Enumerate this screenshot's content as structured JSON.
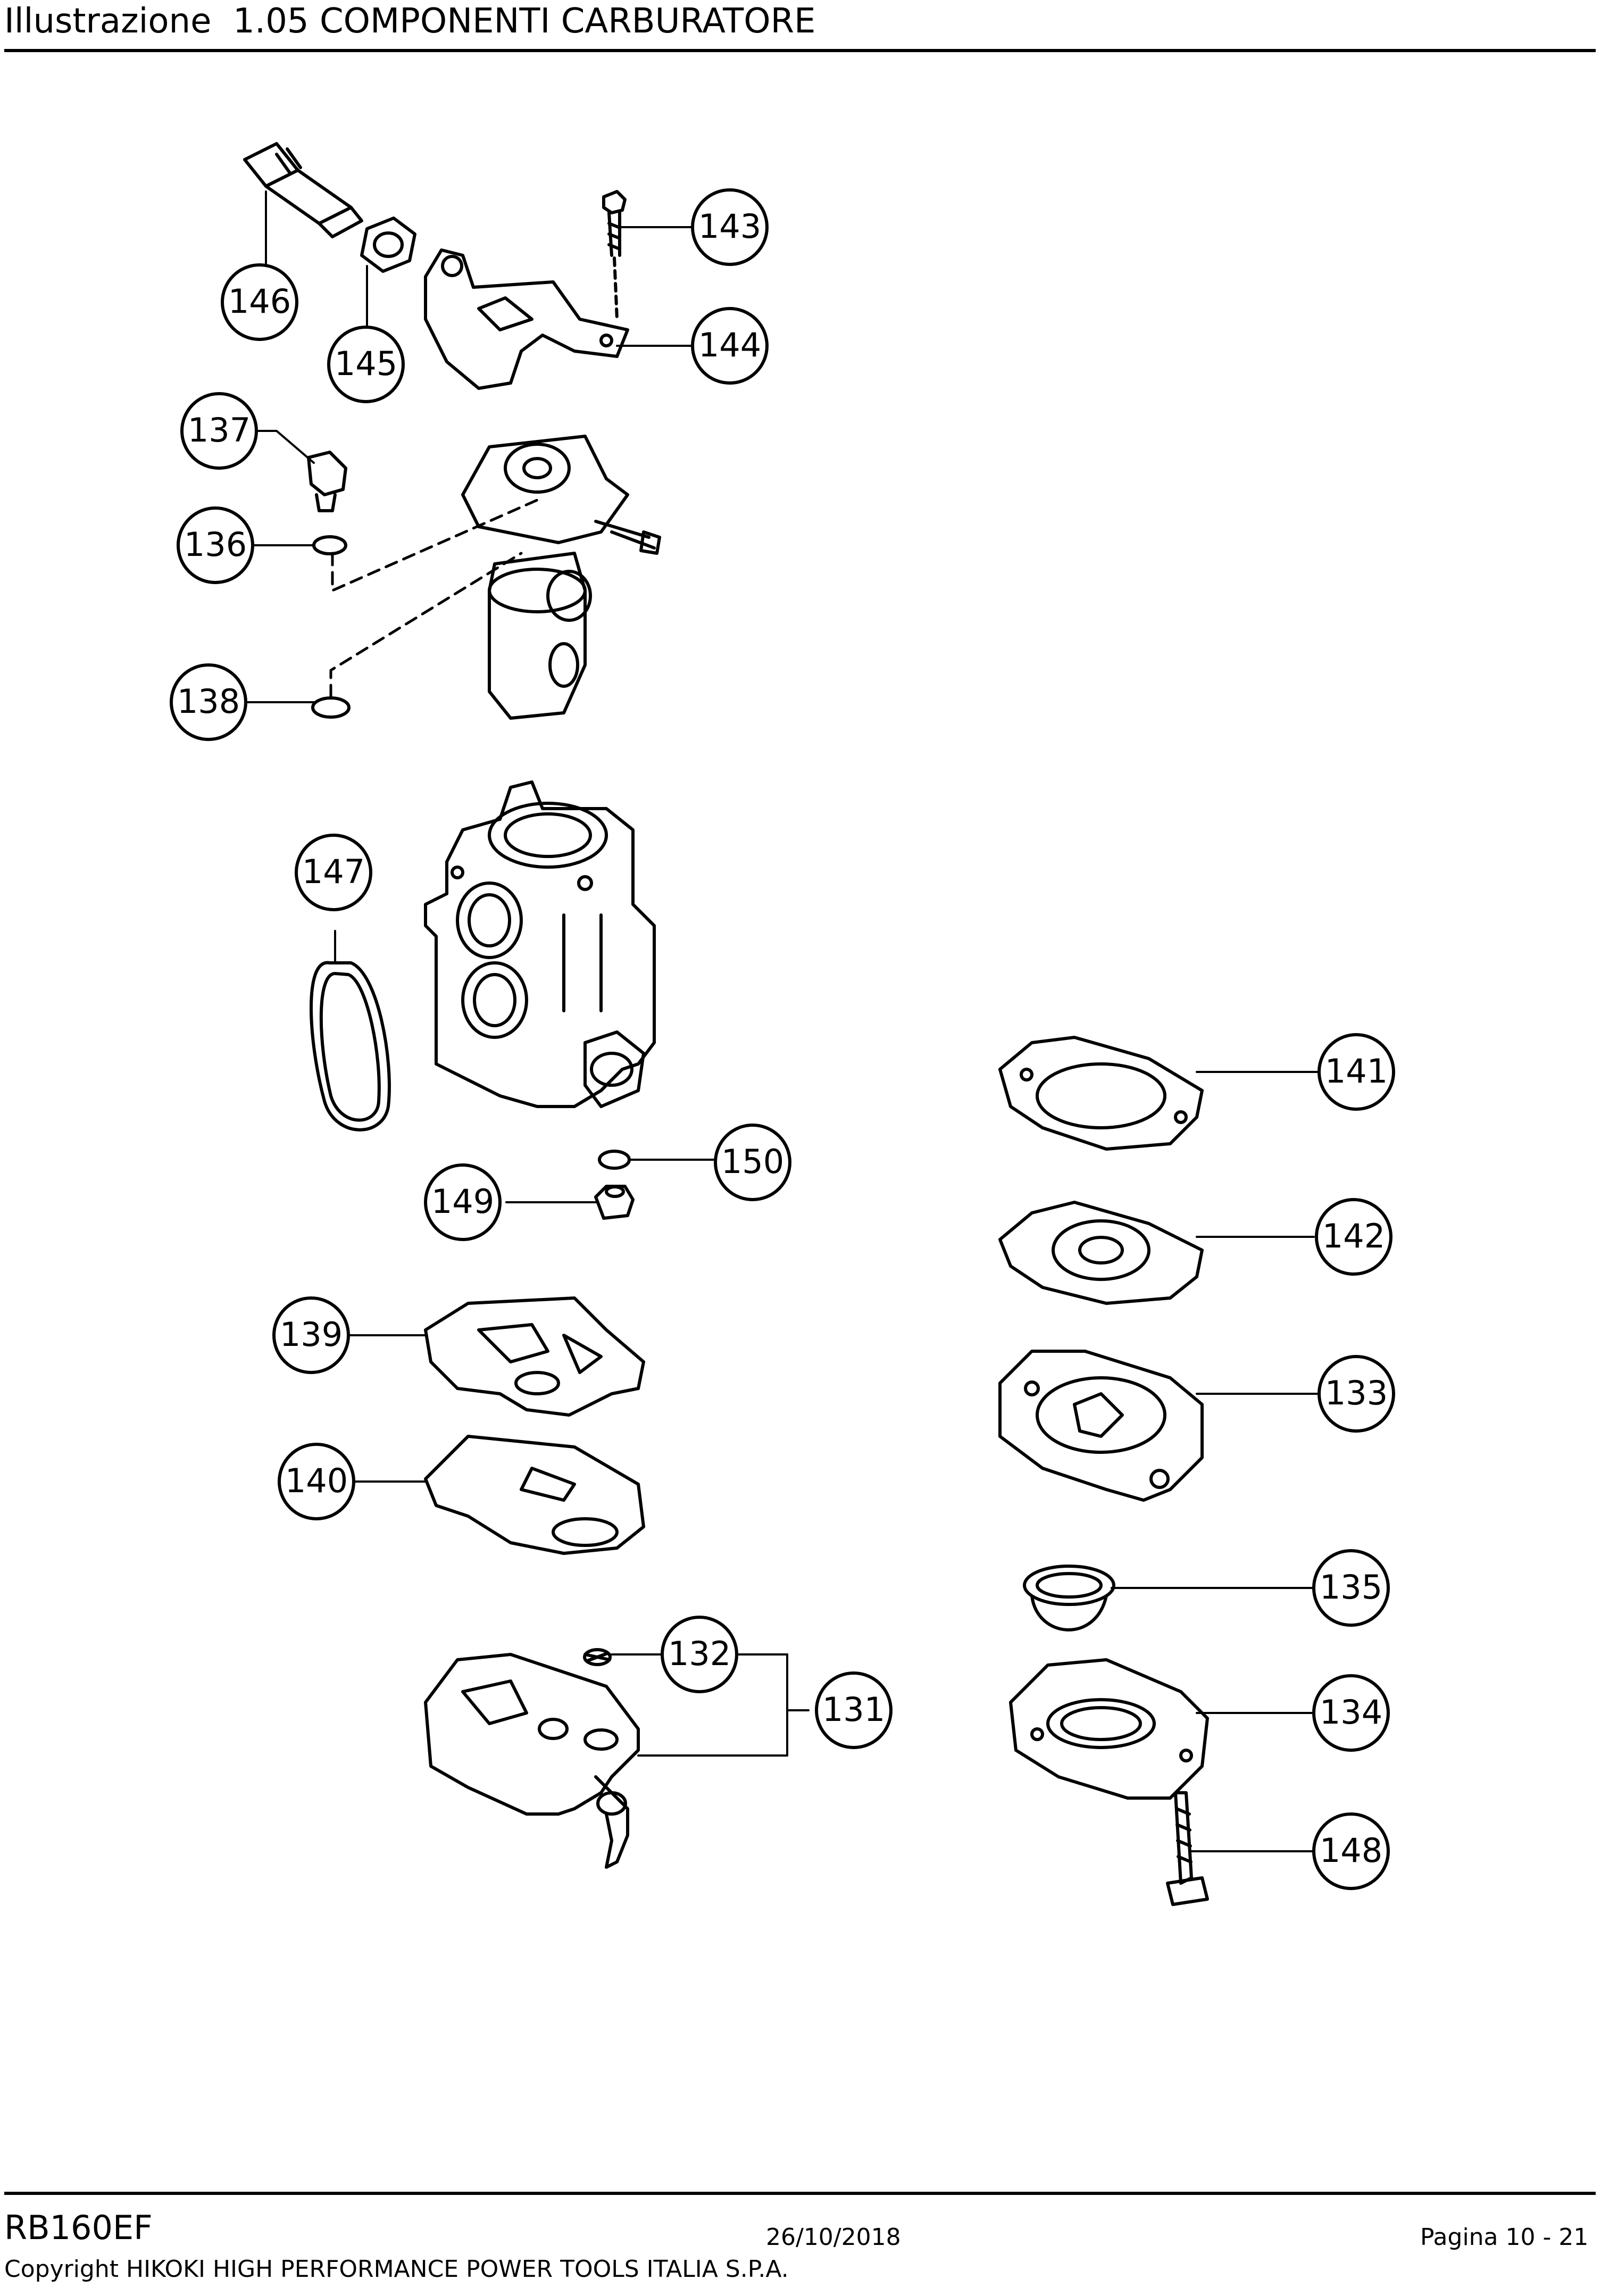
{
  "header": {
    "title": "Illustrazione  1.05 COMPONENTI CARBURATORE"
  },
  "callouts": [
    "146",
    "145",
    "143",
    "144",
    "137",
    "136",
    "138",
    "147",
    "150",
    "149",
    "139",
    "140",
    "132",
    "131",
    "141",
    "142",
    "133",
    "135",
    "134",
    "148"
  ],
  "footer": {
    "model": "RB160EF",
    "date": "26/10/2018",
    "page": "Pagina 10 - 21",
    "copyright": "Copyright HIKOKI HIGH PERFORMANCE POWER TOOLS ITALIA S.P.A."
  }
}
